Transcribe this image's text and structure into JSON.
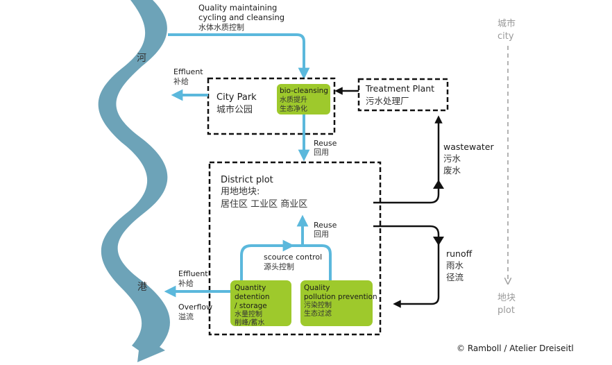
{
  "colors": {
    "river": "#6da3b8",
    "blue_arrow": "#5bb8dc",
    "green_box": "#9ec92c",
    "black": "#111111",
    "grey": "#a0a0a0"
  },
  "river": {
    "label_top": "河",
    "label_bottom": "港"
  },
  "top_flow": {
    "en_line1": "Quality maintaining",
    "en_line2": "cycling and cleansing",
    "cn": "水体水质控制"
  },
  "city_park": {
    "en": "City Park",
    "cn": "城市公园",
    "effluent_en": "Effluent",
    "effluent_cn": "补给"
  },
  "bio_cleansing": {
    "en": "bio-cleansing",
    "cn_line1": "水质提升",
    "cn_line2": "生态净化"
  },
  "treatment_plant": {
    "en": "Treatment Plant",
    "cn": "污水处理厂"
  },
  "reuse_top": {
    "en": "Reuse",
    "cn": "回用"
  },
  "wastewater": {
    "en": "wastewater",
    "cn_line1": "污水",
    "cn_line2": "废水"
  },
  "district_plot": {
    "en": "District plot",
    "cn_line1": "用地地块:",
    "cn_line2": "居住区  工业区  商业区"
  },
  "reuse_inner": {
    "en": "Reuse",
    "cn": "回用"
  },
  "source_control": {
    "en": "scource control",
    "cn": "源头控制"
  },
  "quantity_box": {
    "en_line1": "Quantity",
    "en_line2": "detention",
    "en_line3": "/ storage",
    "cn_line1": "水量控制",
    "cn_line2": "削峰/蓄水"
  },
  "quality_box": {
    "en_line1": "Quality",
    "en_line2": "pollution prevention",
    "cn_line1": "污染控制",
    "cn_line2": "生态过滤"
  },
  "runoff": {
    "en": "runoff",
    "cn_line1": "雨水",
    "cn_line2": "径流"
  },
  "effluent_bottom": {
    "en": "Effluent",
    "cn": "补给"
  },
  "overflow": {
    "en": "Overflow",
    "cn": "溢流"
  },
  "scale_axis": {
    "top_cn": "城市",
    "top_en": "city",
    "bottom_cn": "地块",
    "bottom_en": "plot"
  },
  "copyright": "© Ramboll / Atelier Dreiseitl"
}
